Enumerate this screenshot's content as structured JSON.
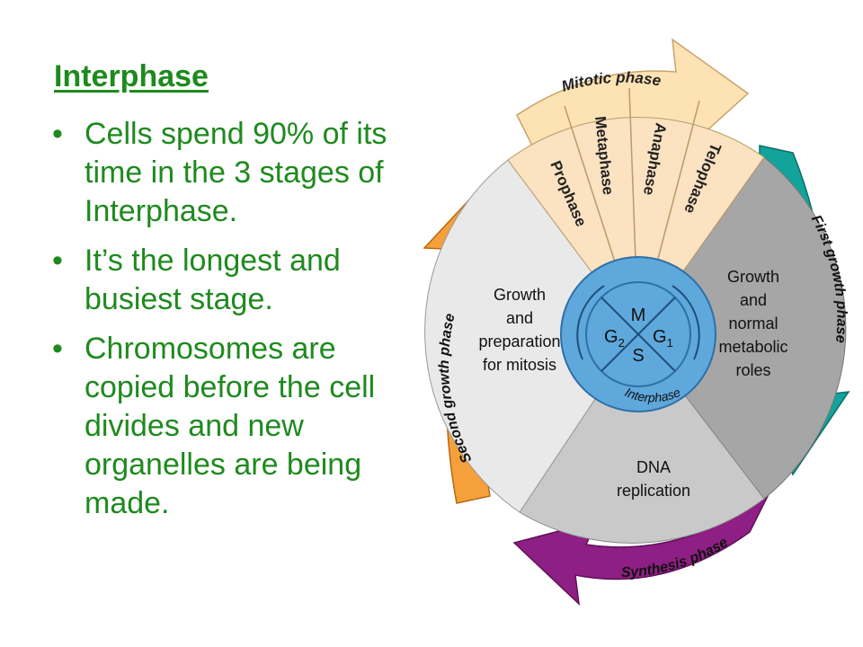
{
  "slide": {
    "title": "Interphase",
    "bullet_symbol": "•",
    "bullets": [
      "Cells spend 90% of its time in the 3 stages of Interphase.",
      "It’s the longest and busiest stage.",
      "Chromosomes are copied before the cell divides and new organelles are being made."
    ]
  },
  "diagram": {
    "arc_labels": {
      "mitotic": "Mitotic phase",
      "first_growth": "First growth phase",
      "synthesis": "Synthesis phase",
      "second_growth": "Second growth phase"
    },
    "mitosis_stages": [
      "Prophase",
      "Metaphase",
      "Anaphase",
      "Telophase"
    ],
    "sectors": {
      "g1": [
        "Growth",
        "and",
        "normal",
        "metabolic",
        "roles"
      ],
      "s": [
        "DNA",
        "replication"
      ],
      "g2": [
        "Growth",
        "and",
        "preparation",
        "for mitosis"
      ]
    },
    "hub": {
      "m": "M",
      "g1": "G",
      "g1_sub": "1",
      "s": "S",
      "g2": "G",
      "g2_sub": "2",
      "ring": "Interphase"
    },
    "colors": {
      "text": "#1e8a1e",
      "mitotic_arrow": "#fde3b4",
      "first_growth_arrow": "#12a39a",
      "synthesis_arrow": "#8e1f84",
      "second_growth_arrow": "#f5a03a",
      "g1_sector": "#a6a6a6",
      "s_sector": "#c9c9c9",
      "g2_sector": "#e9e9e9",
      "mitosis_sector": "#fbe2c0",
      "hub": "#5ea8dc"
    }
  }
}
